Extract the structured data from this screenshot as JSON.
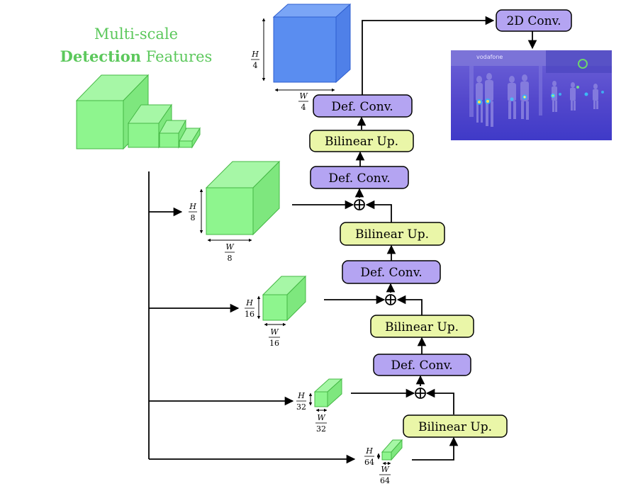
{
  "title": {
    "line1": "Multi-scale",
    "line2_bold": "Detection",
    "line2_rest": " Features"
  },
  "nodes": {
    "conv2d": "2D Conv.",
    "defconv_s4": "Def. Conv.",
    "bilinear_s8": "Bilinear Up.",
    "defconv_s8": "Def. Conv.",
    "bilinear_s16": "Bilinear Up.",
    "defconv_s16": "Def. Conv.",
    "bilinear_s32": "Bilinear Up.",
    "defconv_s32": "Def. Conv.",
    "bilinear_s64": "Bilinear Up."
  },
  "dims": {
    "s4": {
      "h_num": "H",
      "h_den": "4",
      "w_num": "W",
      "w_den": "4"
    },
    "s8": {
      "h_num": "H",
      "h_den": "8",
      "w_num": "W",
      "w_den": "8"
    },
    "s16": {
      "h_num": "H",
      "h_den": "16",
      "w_num": "W",
      "w_den": "16"
    },
    "s32": {
      "h_num": "H",
      "h_den": "32",
      "w_num": "W",
      "w_den": "32"
    },
    "s64": {
      "h_num": "H",
      "h_den": "64",
      "w_num": "W",
      "w_den": "64"
    }
  },
  "output_image": {
    "sign_text": "vodafone"
  },
  "colors": {
    "feature_green": "#8ef58e",
    "feature_green_stroke": "#45b845",
    "output_blue": "#5a8df0",
    "output_blue_stroke": "#2f5fd0",
    "def_conv_fill": "#b4a4f2",
    "bilinear_fill": "#eaf6a8",
    "title_green": "#5cc85c"
  }
}
